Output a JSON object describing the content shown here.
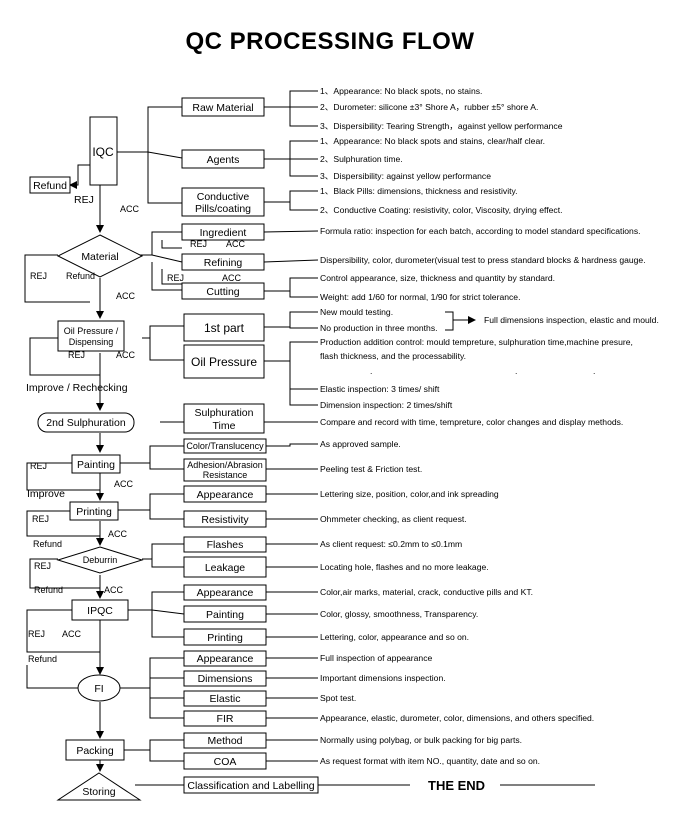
{
  "title": "QC PROCESSING FLOW",
  "nodes": {
    "iqc": "IQC",
    "refund_box": "Refund",
    "material": "Material",
    "oil_pressure_dispensing": [
      "Oil Pressure /",
      "Dispensing"
    ],
    "second_sulphuration": "2nd Sulphuration",
    "painting": "Painting",
    "printing": "Printing",
    "deburrin": "Deburrin",
    "ipqc": "IPQC",
    "fi": "FI",
    "packing": "Packing",
    "storing": "Storing"
  },
  "items": {
    "raw_material": "Raw Material",
    "agents": "Agents",
    "conductive": [
      "Conductive",
      "Pills/coating"
    ],
    "ingredient": "Ingredient",
    "refining": "Refining",
    "cutting": "Cutting",
    "first_part": "1st part",
    "oil_pressure": "Oil Pressure",
    "sulphuration_time": [
      "Sulphuration",
      "Time"
    ],
    "color_translucency": "Color/Translucency",
    "adhesion": [
      "Adhesion/Abrasion",
      "Resistance"
    ],
    "print_appearance": "Appearance",
    "resistivity": "Resistivity",
    "flashes": "Flashes",
    "leakage": "Leakage",
    "ipqc_appearance": "Appearance",
    "ipqc_painting": "Painting",
    "ipqc_printing": "Printing",
    "fi_appearance": "Appearance",
    "dimensions": "Dimensions",
    "elastic": "Elastic",
    "fir": "FIR",
    "method": "Method",
    "coa": "COA",
    "classification": "Classification and Labelling"
  },
  "labels": {
    "rej": "REJ",
    "acc": "ACC",
    "refund": "Refund",
    "improve_rechecking": "Improve / Rechecking",
    "improve": "Improve",
    "the_end": "THE END",
    "dot": "."
  },
  "notes": {
    "raw1": "1、Appearance: No black spots, no stains.",
    "raw2": "2、Durometer: silicone ±3° Shore A，rubber ±5° shore A.",
    "raw3": "3、Dispersibility: Tearing Strength，against yellow performance",
    "ag1": "1、Appearance: No black spots and stains, clear/half clear.",
    "ag2": "2、Sulphuration time.",
    "ag3": "3、Dispersibility: against yellow performance",
    "cp1": "1、Black Pills: dimensions, thickness and resistivity.",
    "cp2": "2、Conductive Coating: resistivity, color, Viscosity, drying effect.",
    "ingredient": "Formula ratio: inspection for each batch, according to model standard specifications.",
    "refining": "Dispersibility, color, durometer(visual test to press standard blocks & hardness gauge.",
    "cut1": "Control appearance, size, thickness and quantity by standard.",
    "cut2": "Weight: add 1/60 for normal, 1/90 for strict tolerance.",
    "fp1": "New mould testing.",
    "fp2": "No production in three months.",
    "fp3": "Full dimensions inspection, elastic and  mould.",
    "op1": "Production addition control: mould tempreture, sulphuration time,machine presure,",
    "op2": "flash thickness, and the processability.",
    "op3": "Elastic inspection: 3 times/ shift",
    "op4": "Dimension inspection: 2 times/shift",
    "st": "Compare and record with time, tempreture, color changes and display methods.",
    "ct": "As approved sample.",
    "ad": "Peeling test & Friction test.",
    "pa": "Lettering size, position, color,and ink spreading",
    "rs": "Ohmmeter checking, as client request.",
    "fl": "As client request: ≤0.2mm to ≤0.1mm",
    "lk": "Locating hole, flashes and no more leakage.",
    "ia": "Color,air marks, material, crack, conductive pills and KT.",
    "ip": "Color, glossy, smoothness, Transparency.",
    "ir": "Lettering, color, appearance and so on.",
    "fa": "Full inspection of appearance",
    "fd": "Important dimensions inspection.",
    "fe": "Spot test.",
    "ff": "Appearance, elastic, durometer, color, dimensions, and others specified.",
    "me": "Normally using polybag, or bulk packing for big parts.",
    "co": "As request format with item NO., quantity, date and so on."
  }
}
